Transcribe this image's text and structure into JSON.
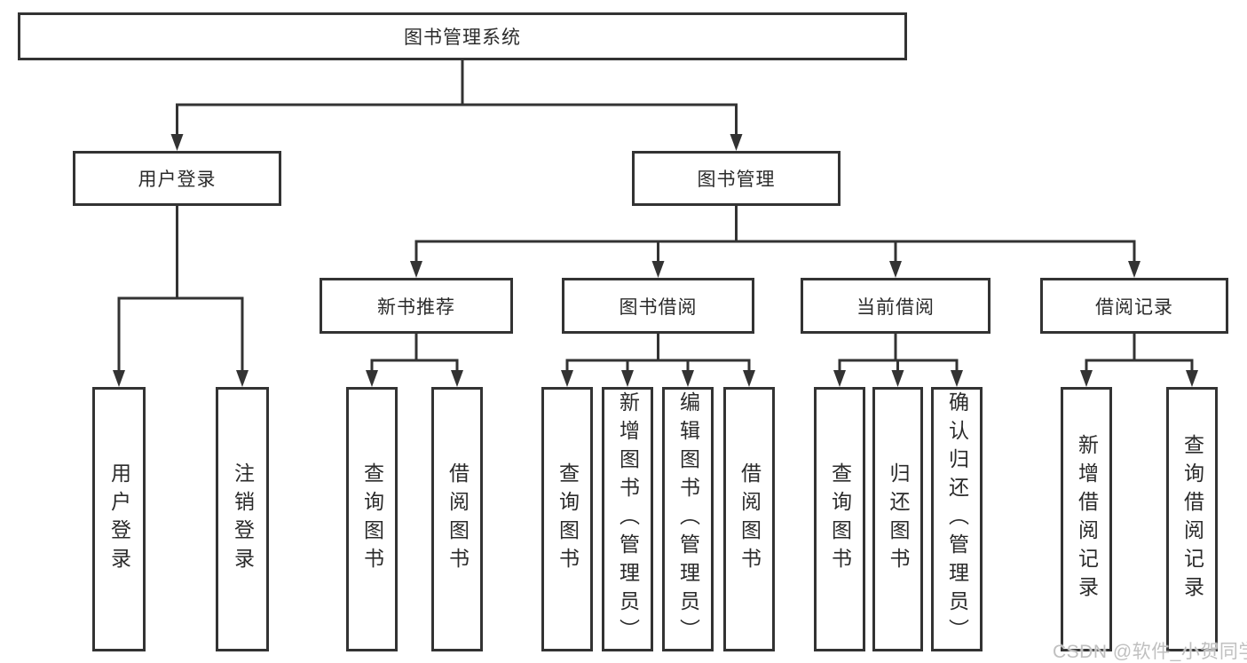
{
  "diagram": {
    "type": "tree",
    "root": {
      "label": "图书管理系统"
    },
    "level2": [
      {
        "label": "用户登录",
        "children": [
          "用户登录",
          "注销登录"
        ]
      },
      {
        "label": "图书管理",
        "children": [
          {
            "label": "新书推荐",
            "children": [
              "查询图书",
              "借阅图书"
            ]
          },
          {
            "label": "图书借阅",
            "children": [
              "查询图书",
              "新增图书（管理员）",
              "编辑图书（管理员）",
              "借阅图书"
            ]
          },
          {
            "label": "当前借阅",
            "children": [
              "查询图书",
              "归还图书",
              "确认归还（管理员）"
            ]
          },
          {
            "label": "借阅记录",
            "children": [
              "新增借阅记录",
              "查询借阅记录"
            ]
          }
        ]
      }
    ]
  },
  "watermark": {
    "text": "CSDN @软件_小贺同学"
  },
  "colors": {
    "line": "#333333",
    "text": "#2b2b2b",
    "box_background": "#ffffff",
    "watermark": "#c0c0c0",
    "page_background": "#ffffff"
  }
}
